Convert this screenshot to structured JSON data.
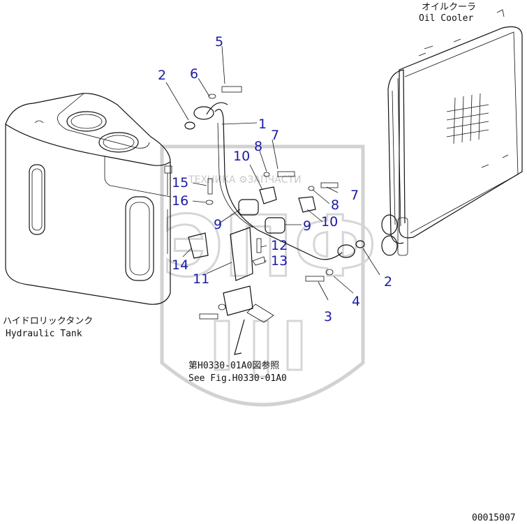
{
  "watermark": {
    "brand_line": "ТЕХНИКА ⚙ЗАПЧАСТИ",
    "logo": "ЭПФ"
  },
  "captions": {
    "oil_cooler_jp": "オイルクーラ",
    "oil_cooler_en": "Oil Cooler",
    "tank_jp": "ハイドロリックタンク",
    "tank_en": "Hydraulic Tank",
    "see_fig_jp": "第H0330-01A0図参照",
    "see_fig_en": "See Fig.H0330-01A0",
    "drawing_no": "00015007"
  },
  "part_labels": [
    {
      "id": "p1",
      "text": "1"
    },
    {
      "id": "p2a",
      "text": "2"
    },
    {
      "id": "p2b",
      "text": "2"
    },
    {
      "id": "p3",
      "text": "3"
    },
    {
      "id": "p4",
      "text": "4"
    },
    {
      "id": "p5",
      "text": "5"
    },
    {
      "id": "p6",
      "text": "6"
    },
    {
      "id": "p7a",
      "text": "7"
    },
    {
      "id": "p7b",
      "text": "7"
    },
    {
      "id": "p8a",
      "text": "8"
    },
    {
      "id": "p8b",
      "text": "8"
    },
    {
      "id": "p9a",
      "text": "9"
    },
    {
      "id": "p9b",
      "text": "9"
    },
    {
      "id": "p10a",
      "text": "10"
    },
    {
      "id": "p10b",
      "text": "10"
    },
    {
      "id": "p11",
      "text": "11"
    },
    {
      "id": "p12",
      "text": "12"
    },
    {
      "id": "p13",
      "text": "13"
    },
    {
      "id": "p14",
      "text": "14"
    },
    {
      "id": "p15",
      "text": "15"
    },
    {
      "id": "p16",
      "text": "16"
    }
  ],
  "colors": {
    "label": "#1a1aa8",
    "line": "#111111",
    "watermark": "#d2d2d2"
  }
}
